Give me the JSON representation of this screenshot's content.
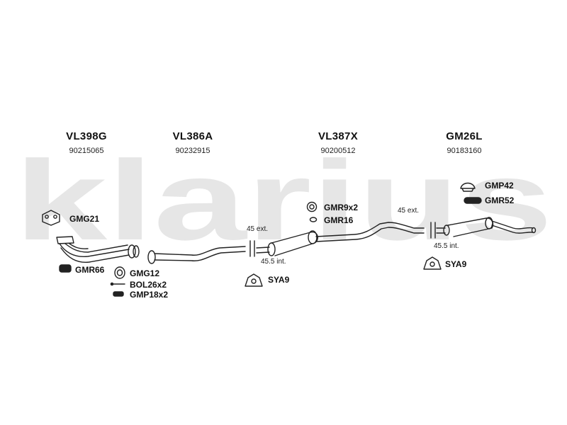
{
  "watermark": {
    "text": "klarius"
  },
  "sections": [
    {
      "code": "VL398G",
      "number": "90215065"
    },
    {
      "code": "VL386A",
      "number": "90232915"
    },
    {
      "code": "VL387X",
      "number": "90200512"
    },
    {
      "code": "GM26L",
      "number": "90183160"
    }
  ],
  "parts": {
    "gmg21": "GMG21",
    "gmr66": "GMR66",
    "gmg12": "GMG12",
    "bol26": "BOL26x2",
    "gmp18": "GMP18x2",
    "gmr9": "GMR9x2",
    "gmr16": "GMR16",
    "sya9a": "SYA9",
    "gmp42": "GMP42",
    "gmr52": "GMR52",
    "sya9b": "SYA9"
  },
  "notes": {
    "ext1": "45 ext.",
    "int1": "45.5 int.",
    "ext2": "45 ext.",
    "int2": "45.5 int."
  }
}
